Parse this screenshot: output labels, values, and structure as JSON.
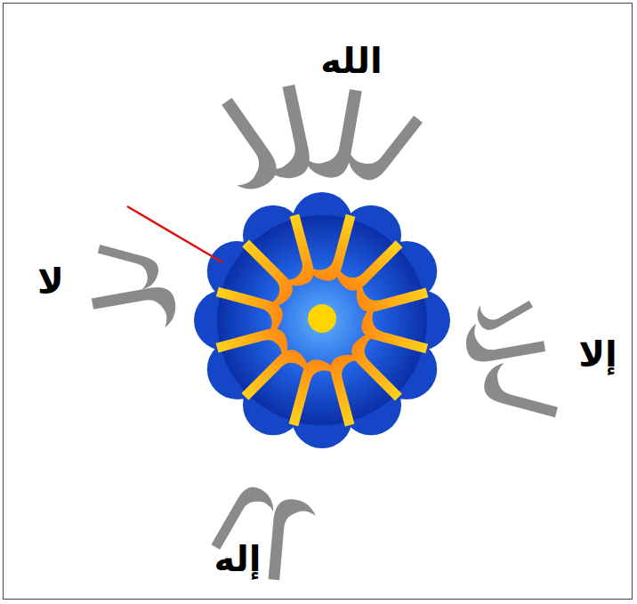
{
  "diagram": {
    "labels": [
      "الله",
      "لا",
      "إلا",
      "إله"
    ]
  }
}
